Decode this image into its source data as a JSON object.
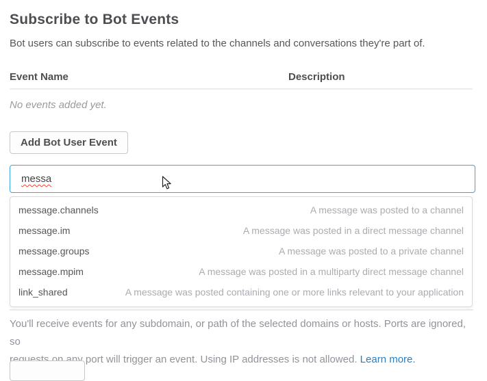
{
  "page": {
    "title": "Subscribe to Bot Events",
    "subtitle": "Bot users can subscribe to events related to the channels and conversations they're part of."
  },
  "table": {
    "columns": [
      "Event Name",
      "Description"
    ],
    "empty_message": "No events added yet."
  },
  "buttons": {
    "add_event": "Add Bot User Event"
  },
  "search": {
    "value": "messa"
  },
  "dropdown": {
    "items": [
      {
        "name": "message.channels",
        "description": "A message was posted to a channel"
      },
      {
        "name": "message.im",
        "description": "A message was posted in a direct message channel"
      },
      {
        "name": "message.groups",
        "description": "A message was posted to a private channel"
      },
      {
        "name": "message.mpim",
        "description": "A message was posted in a multiparty direct message channel"
      },
      {
        "name": "link_shared",
        "description": "A message was posted containing one or more links relevant to your application"
      }
    ]
  },
  "footer": {
    "line1": "You'll receive events for any subdomain, or path of the selected domains or hosts. Ports are ignored, so",
    "line2": "requests on any port will trigger an event. Using IP addresses is not allowed.",
    "link": "Learn more."
  },
  "icons": {
    "cursor": "mouse-pointer-arrow"
  },
  "colors": {
    "accent_blue": "#3aa3e3",
    "link_blue": "#2780c3",
    "heading": "#4d4e52",
    "body": "#55565a",
    "muted": "#9b9b9f",
    "dropdown_desc": "#aaacb1",
    "spellcheck_red": "#e8442e"
  }
}
